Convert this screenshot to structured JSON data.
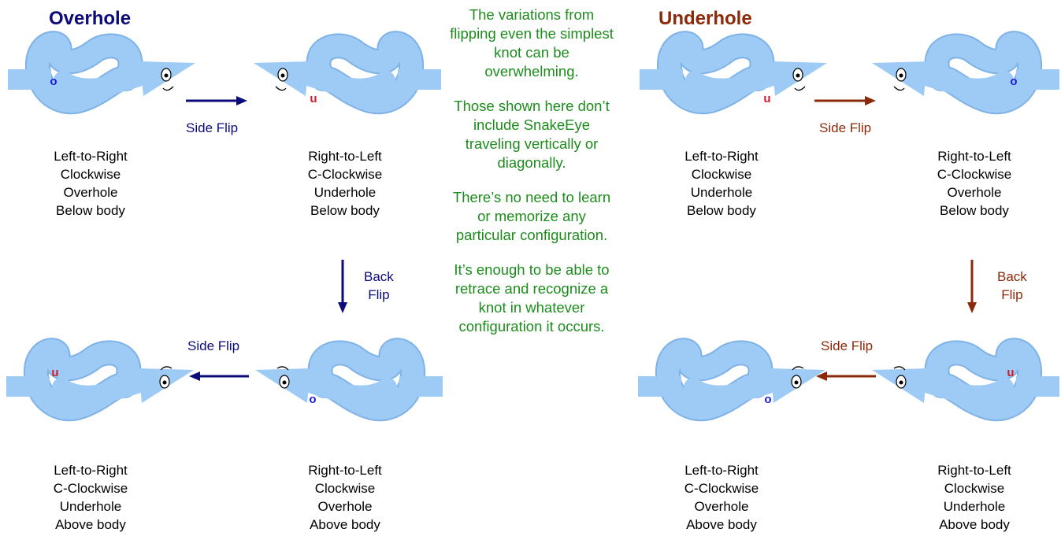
{
  "colors": {
    "rope": "#9ecbf5",
    "rope_edge": "#7fb2e6",
    "overhole_accent": "#0b0b7a",
    "underhole_accent": "#8b2a0a",
    "center_text": "#1d8c1d",
    "marker_o": "#1a1ae0",
    "marker_u": "#d41a2a"
  },
  "overhole": {
    "title": "Overhole",
    "side_flip_top": "Side Flip",
    "back_flip": "Back\nFlip",
    "side_flip_bottom": "Side Flip",
    "knots": [
      {
        "marker": "o",
        "caption": [
          "Left-to-Right",
          "Clockwise",
          "Overhole",
          "Below body"
        ]
      },
      {
        "marker": "u",
        "caption": [
          "Right-to-Left",
          "C-Clockwise",
          "Underhole",
          "Below body"
        ]
      },
      {
        "marker": "u",
        "caption": [
          "Left-to-Right",
          "C-Clockwise",
          "Underhole",
          "Above body"
        ]
      },
      {
        "marker": "o",
        "caption": [
          "Right-to-Left",
          "Clockwise",
          "Overhole",
          "Above body"
        ]
      }
    ]
  },
  "underhole": {
    "title": "Underhole",
    "side_flip_top": "Side Flip",
    "back_flip": "Back\nFlip",
    "side_flip_bottom": "Side Flip",
    "knots": [
      {
        "marker": "u",
        "caption": [
          "Left-to-Right",
          "Clockwise",
          "Underhole",
          "Below body"
        ]
      },
      {
        "marker": "o",
        "caption": [
          "Right-to-Left",
          "C-Clockwise",
          "Overhole",
          "Below body"
        ]
      },
      {
        "marker": "o",
        "caption": [
          "Left-to-Right",
          "C-Clockwise",
          "Overhole",
          "Above body"
        ]
      },
      {
        "marker": "u",
        "caption": [
          "Right-to-Left",
          "Clockwise",
          "Underhole",
          "Above body"
        ]
      }
    ]
  },
  "center": {
    "paragraphs": [
      "The variations from flipping even the simplest knot can be overwhelming.",
      "Those shown here don’t include SnakeEye traveling vertically or diagonally.",
      "There’s no need to learn or memorize any particular configuration.",
      "It’s enough to be able to retrace and recognize a knot in whatever configuration it occurs."
    ]
  }
}
